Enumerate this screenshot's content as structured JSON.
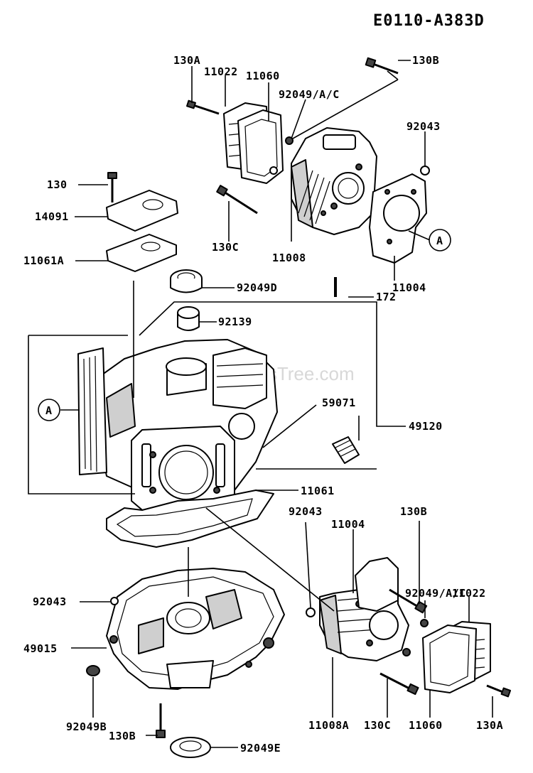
{
  "diagram_id": "E0110-A383D",
  "watermark": "©PartsTree.com",
  "callouts": {
    "ref_a": "A",
    "ref_a2": "A"
  },
  "labels": {
    "l130a_top": "130A",
    "l11022_top": "11022",
    "l11060_top": "11060",
    "l130b_top": "130B",
    "l92049ac_top": "92049/A/C",
    "l92043_top": "92043",
    "l130": "130",
    "l14091": "14091",
    "l130c_top": "130C",
    "l11008": "11008",
    "l11004_top": "11004",
    "l11061a": "11061A",
    "l92049d": "92049D",
    "l172": "172",
    "l92139": "92139",
    "l59071": "59071",
    "l49120": "49120",
    "l11061": "11061",
    "l92043_mid": "92043",
    "l11004_mid": "11004",
    "l130b_mid": "130B",
    "l92049ac_mid": "92049/A/C",
    "l11022_mid": "11022",
    "l92043_left": "92043",
    "l49015": "49015",
    "l11008a": "11008A",
    "l92049b": "92049B",
    "l130b_bot": "130B",
    "l130c_bot": "130C",
    "l11060_bot": "11060",
    "l130a_bot": "130A",
    "l92049e": "92049E"
  }
}
